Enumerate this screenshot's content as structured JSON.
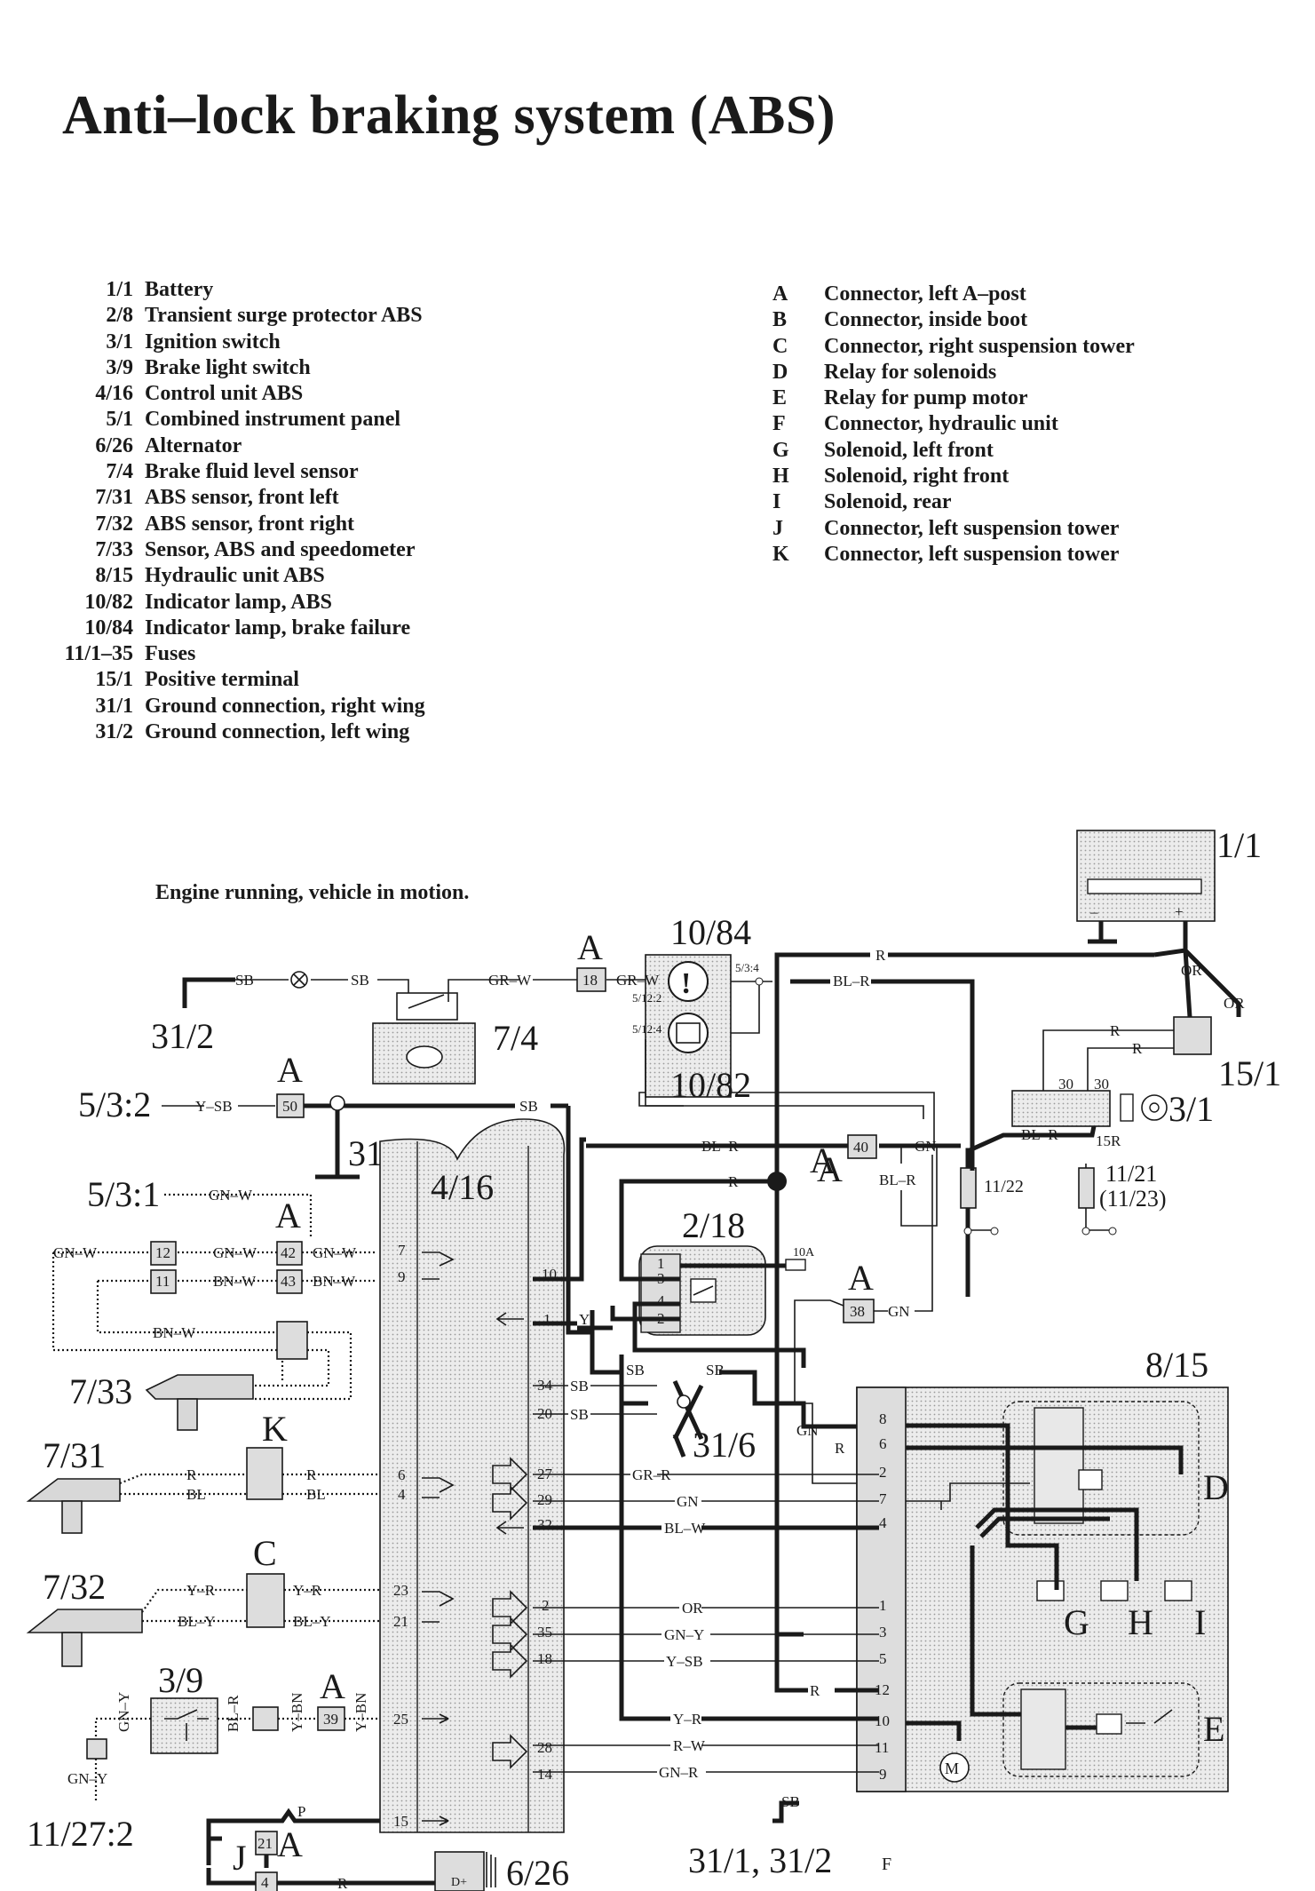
{
  "title": "Anti–lock braking system (ABS)",
  "legend_left": [
    {
      "code": "1/1",
      "label": "Battery"
    },
    {
      "code": "2/8",
      "label": "Transient surge protector ABS"
    },
    {
      "code": "3/1",
      "label": "Ignition switch"
    },
    {
      "code": "3/9",
      "label": "Brake light switch"
    },
    {
      "code": "4/16",
      "label": "Control unit ABS"
    },
    {
      "code": "5/1",
      "label": "Combined instrument panel"
    },
    {
      "code": "6/26",
      "label": "Alternator"
    },
    {
      "code": "7/4",
      "label": "Brake fluid level sensor"
    },
    {
      "code": "7/31",
      "label": "ABS sensor, front left"
    },
    {
      "code": "7/32",
      "label": "ABS sensor, front right"
    },
    {
      "code": "7/33",
      "label": "Sensor, ABS and speedometer"
    },
    {
      "code": "8/15",
      "label": "Hydraulic unit ABS"
    },
    {
      "code": "10/82",
      "label": "Indicator lamp, ABS"
    },
    {
      "code": "10/84",
      "label": "Indicator lamp, brake failure"
    },
    {
      "code": "11/1–35",
      "label": "Fuses"
    },
    {
      "code": "15/1",
      "label": "Positive terminal"
    },
    {
      "code": "31/1",
      "label": "Ground connection, right wing"
    },
    {
      "code": "31/2",
      "label": "Ground connection, left wing"
    }
  ],
  "legend_right": [
    {
      "code": "A",
      "label": "Connector, left A–post"
    },
    {
      "code": "B",
      "label": "Connector, inside boot"
    },
    {
      "code": "C",
      "label": "Connector, right suspension tower"
    },
    {
      "code": "D",
      "label": "Relay for solenoids"
    },
    {
      "code": "E",
      "label": "Relay for pump motor"
    },
    {
      "code": "F",
      "label": "Connector, hydraulic unit"
    },
    {
      "code": "G",
      "label": "Solenoid, left front"
    },
    {
      "code": "H",
      "label": "Solenoid, right front"
    },
    {
      "code": "I",
      "label": "Solenoid, rear"
    },
    {
      "code": "J",
      "label": "Connector, left suspension tower"
    },
    {
      "code": "K",
      "label": "Connector, left suspension tower"
    }
  ],
  "diagram": {
    "caption": "Engine running, vehicle in motion.",
    "components": {
      "battery": "1/1",
      "lamp_brake": "10/84",
      "lamp_abs": "10/82",
      "level_sensor": "7/4",
      "ground_left": "31/2",
      "ground_center": "31/6",
      "ground_mid": "31/6",
      "pos_terminal": "15/1",
      "ign_switch": "3/1",
      "control_unit": "4/16",
      "surge_prot": "2/18",
      "fuse_a": "11/22",
      "fuse_b": "11/21",
      "fuse_b_alt": "(11/23)",
      "hydraulic": "8/15",
      "sensor_speedo": "7/33",
      "sensor_fl": "7/31",
      "sensor_fr": "7/32",
      "brake_switch": "3/9",
      "fuse_27": "11/27:2",
      "alternator": "6/26",
      "ground_bottom": "31/1, 31/2",
      "ref_532": "5/3:2",
      "ref_531": "5/3:1",
      "ref_534": "5/3:4",
      "ref_5122": "5/12:2",
      "ref_5124": "5/12:4",
      "fuse_rating": "10A",
      "ign_terminal": "15R",
      "ign_30a": "30",
      "ign_30b": "30",
      "alt_terminal": "D+"
    },
    "connectors": {
      "a1": "A",
      "a2": "A",
      "a3": "A",
      "a4": "A",
      "a5": "A",
      "a6": "A",
      "a7": "A",
      "k": "K",
      "c": "C",
      "j": "J",
      "f": "F",
      "d": "D",
      "e": "E",
      "g": "G",
      "h": "H",
      "i": "I"
    },
    "connector_pins": {
      "a18": "18",
      "a50": "50",
      "a42": "42",
      "a43": "43",
      "a40": "40",
      "a38": "38",
      "a39": "39",
      "p12": "12",
      "p11": "11",
      "j21": "21",
      "j4": "4"
    },
    "wires": {
      "sb1": "SB",
      "sb2": "SB",
      "grw1": "GR–W",
      "grw2": "GR–W",
      "r_top": "R",
      "blr_top": "BL–R",
      "or1": "OR",
      "or2": "OR",
      "r_15a": "R",
      "r_15b": "R",
      "blr_ign": "BL–R",
      "ysb": "Y–SB",
      "sb_mid": "SB",
      "blr_mid": "BL–R",
      "gn_40": "GN",
      "blr_v": "BL–R",
      "gnw_top": "GN–W",
      "gnw_l": "GN–W",
      "gnw_m": "GN–W",
      "gnw_r": "GN–W",
      "bnw_m": "BN–W",
      "bnw_r": "BN–W",
      "bnw_low": "BN–W",
      "r_mid": "R",
      "y_mid": "Y",
      "gn_38": "GN",
      "sb_a": "SB",
      "sb_b": "SB",
      "sb_34": "SB",
      "sb_20": "SB",
      "r_k1": "R",
      "bl_k1": "BL",
      "r_k2": "R",
      "bl_k2": "BL",
      "grr": "GR–R",
      "gn": "GN",
      "blw": "BL–W",
      "gn_h": "GN",
      "r_h": "R",
      "yr_c1": "Y–R",
      "yr_c2": "Y–R",
      "bly_c1": "BL–Y",
      "bly_c2": "BL–Y",
      "or_h": "OR",
      "gny_h": "GN–Y",
      "ysb_h": "Y–SB",
      "r_12": "R",
      "yr_h": "Y–R",
      "rw_h": "R–W",
      "gnr_h": "GN–R",
      "gny_v": "GN–Y",
      "gny_b": "GN–Y",
      "blr_39": "BL–R",
      "ybn_1": "Y–BN",
      "ybn_2": "Y–BN",
      "p": "P",
      "r_alt": "R",
      "sb_f": "SB"
    },
    "unit_pins": {
      "u7": "7",
      "u9": "9",
      "u6": "6",
      "u4": "4",
      "u23": "23",
      "u21": "21",
      "u25": "25",
      "u15": "15",
      "u10": "10",
      "u1": "1",
      "u34": "34",
      "u20": "20",
      "u27": "27",
      "u29": "29",
      "u32": "32",
      "u2": "2",
      "u35": "35",
      "u18": "18",
      "u28": "28",
      "u14": "14"
    },
    "surge_pins": {
      "s1": "1",
      "s3": "3",
      "s4": "4",
      "s2": "2"
    },
    "hyd_pins": {
      "h8": "8",
      "h6": "6",
      "h2": "2",
      "h7": "7",
      "h4": "4",
      "h1": "1",
      "h3": "3",
      "h5": "5",
      "h12": "12",
      "h10": "10",
      "h11": "11",
      "h9": "9"
    }
  }
}
